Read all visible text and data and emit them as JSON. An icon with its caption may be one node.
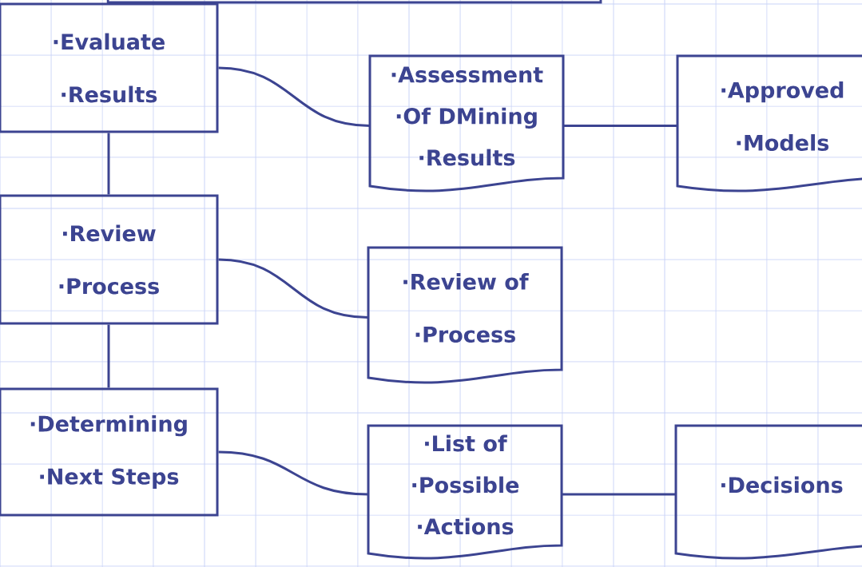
{
  "diagram": {
    "nodes": [
      {
        "text": [],
        "shape": "box"
      },
      {
        "text": [
          "·Evaluate",
          "·Results"
        ]
      },
      {
        "text": [
          "·Assessment",
          "·Of DMining",
          "·Results"
        ]
      },
      {
        "text": [
          "·Approved",
          "·Models"
        ]
      },
      {
        "text": [
          "·Review",
          "·Process"
        ]
      },
      {
        "text": [
          "·Review of",
          "·Process"
        ]
      },
      {
        "text": [
          "·Determining",
          "·Next Steps"
        ]
      },
      {
        "text": [
          "·List of",
          "·Possible",
          "·Actions"
        ]
      },
      {
        "text": [
          "·Decisions"
        ]
      }
    ],
    "edges": [
      {
        "from": 1,
        "to": 4,
        "arrow": "none"
      },
      {
        "from": 4,
        "to": 6,
        "arrow": "none"
      },
      {
        "from": 1,
        "to": 2,
        "arrow": "none"
      },
      {
        "from": 2,
        "to": 3,
        "arrow": "none"
      },
      {
        "from": 4,
        "to": 5,
        "arrow": "none"
      },
      {
        "from": 6,
        "to": 7,
        "arrow": "none"
      },
      {
        "from": 7,
        "to": 8,
        "arrow": "none"
      }
    ]
  }
}
